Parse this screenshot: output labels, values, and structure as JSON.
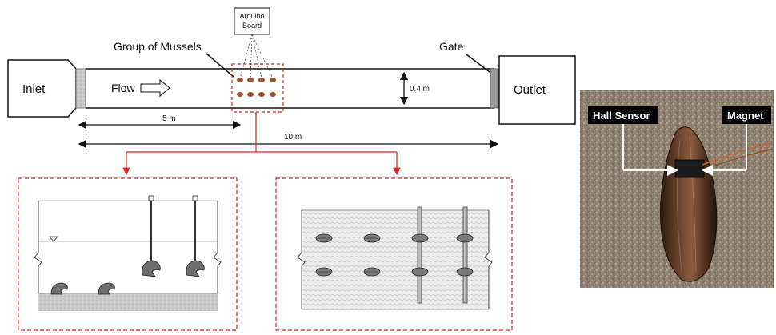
{
  "labels": {
    "arduino_line1": "Arduino",
    "arduino_line2": "Board",
    "group_of_mussels": "Group of Mussels",
    "gate": "Gate",
    "inlet": "Inlet",
    "outlet": "Outlet",
    "flow": "Flow",
    "depth": "0.4 m",
    "dist_5m": "5 m",
    "dist_10m": "10 m"
  },
  "photo": {
    "hall_sensor": "Hall Sensor",
    "magnet": "Magnet"
  },
  "colors": {
    "highlight_red": "#e02020",
    "mussel_brown": "#a0522d",
    "sediment_gray": "#c8c8c8",
    "inlet_screen": "#a8a8a8",
    "gate_gray": "#999999"
  }
}
